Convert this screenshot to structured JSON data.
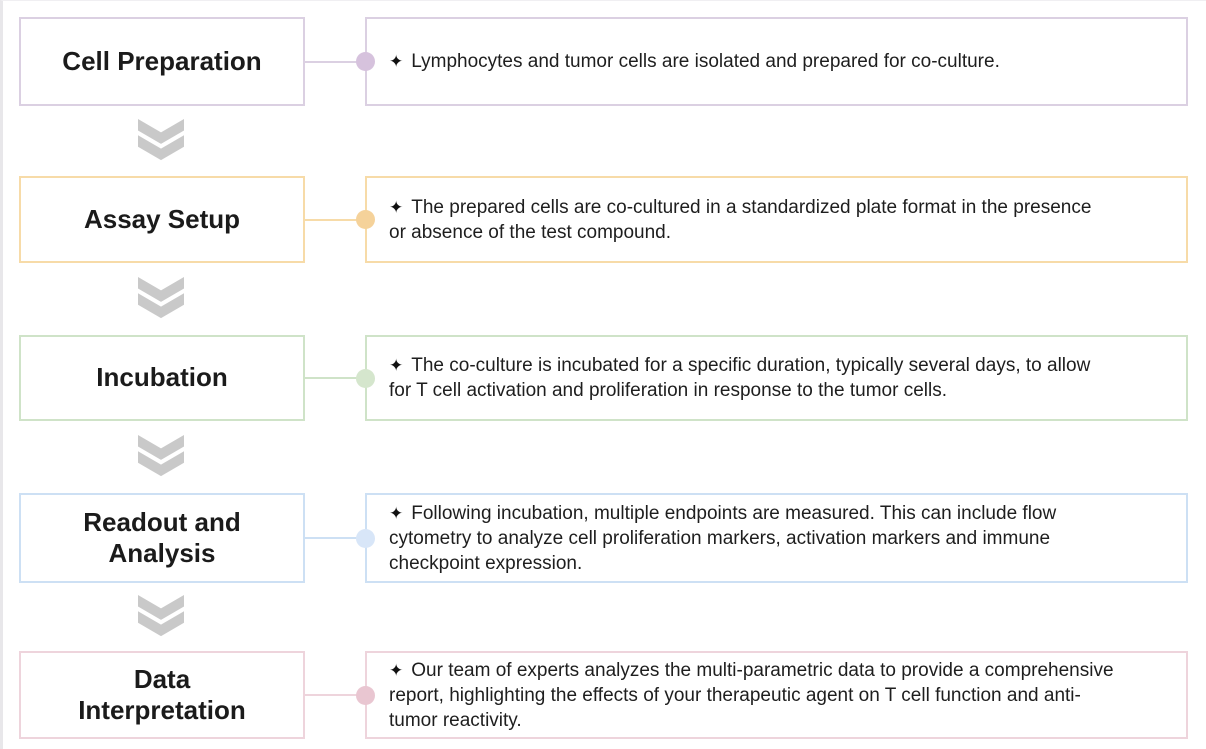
{
  "diagram": {
    "background": "#ffffff",
    "arrow_color": "#c9c9c9",
    "bullet_icon": "✦",
    "steps": [
      {
        "title": "Cell Preparation",
        "description": "Lymphocytes and tumor cells are isolated and prepared for co-culture.",
        "border_color": "#dbd0e2",
        "dot_color": "#d6c2dd"
      },
      {
        "title": "Assay Setup",
        "description": "The prepared cells are co-cultured in a standardized plate format in the presence\nor absence of the test compound.",
        "border_color": "#f7dba8",
        "dot_color": "#f5d29a"
      },
      {
        "title": "Incubation",
        "description": "The co-culture is incubated for a specific duration, typically several days, to allow\nfor T cell activation and proliferation in response to the tumor cells.",
        "border_color": "#cfe3c8",
        "dot_color": "#d5e6cd"
      },
      {
        "title": "Readout and\nAnalysis",
        "description": "Following incubation, multiple endpoints are measured. This can include flow\ncytometry to analyze cell proliferation markers, activation markers and immune\ncheckpoint expression.",
        "border_color": "#cde0f4",
        "dot_color": "#d8e6f8"
      },
      {
        "title": "Data\nInterpretation",
        "description": "Our team of experts analyzes the multi-parametric data to provide a comprehensive\nreport, highlighting the effects of your therapeutic agent on T cell function and anti-\ntumor reactivity.",
        "border_color": "#eed4dc",
        "dot_color": "#e9c6d1"
      }
    ]
  }
}
